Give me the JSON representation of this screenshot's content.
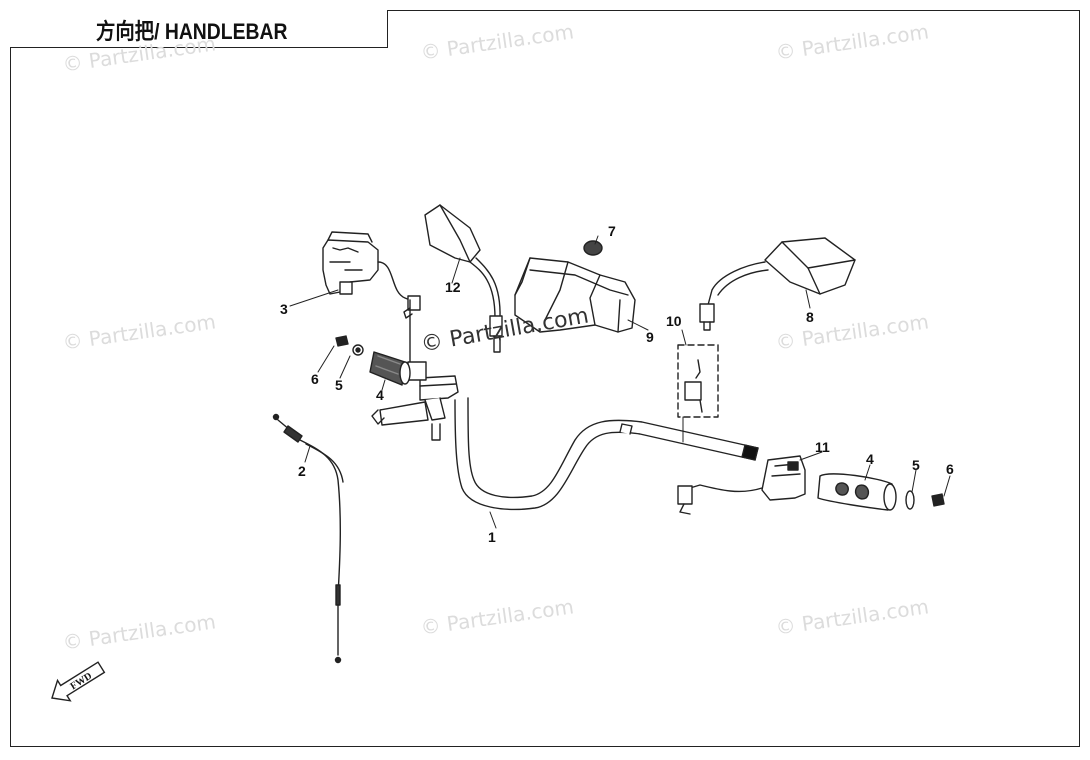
{
  "title": "方向把/ HANDLEBAR",
  "watermark": "© Partzilla.com",
  "fwd_label": "FWD",
  "callouts": [
    "1",
    "2",
    "3",
    "4",
    "5",
    "6",
    "7",
    "8",
    "9",
    "10",
    "11",
    "12",
    "4",
    "5",
    "6"
  ]
}
